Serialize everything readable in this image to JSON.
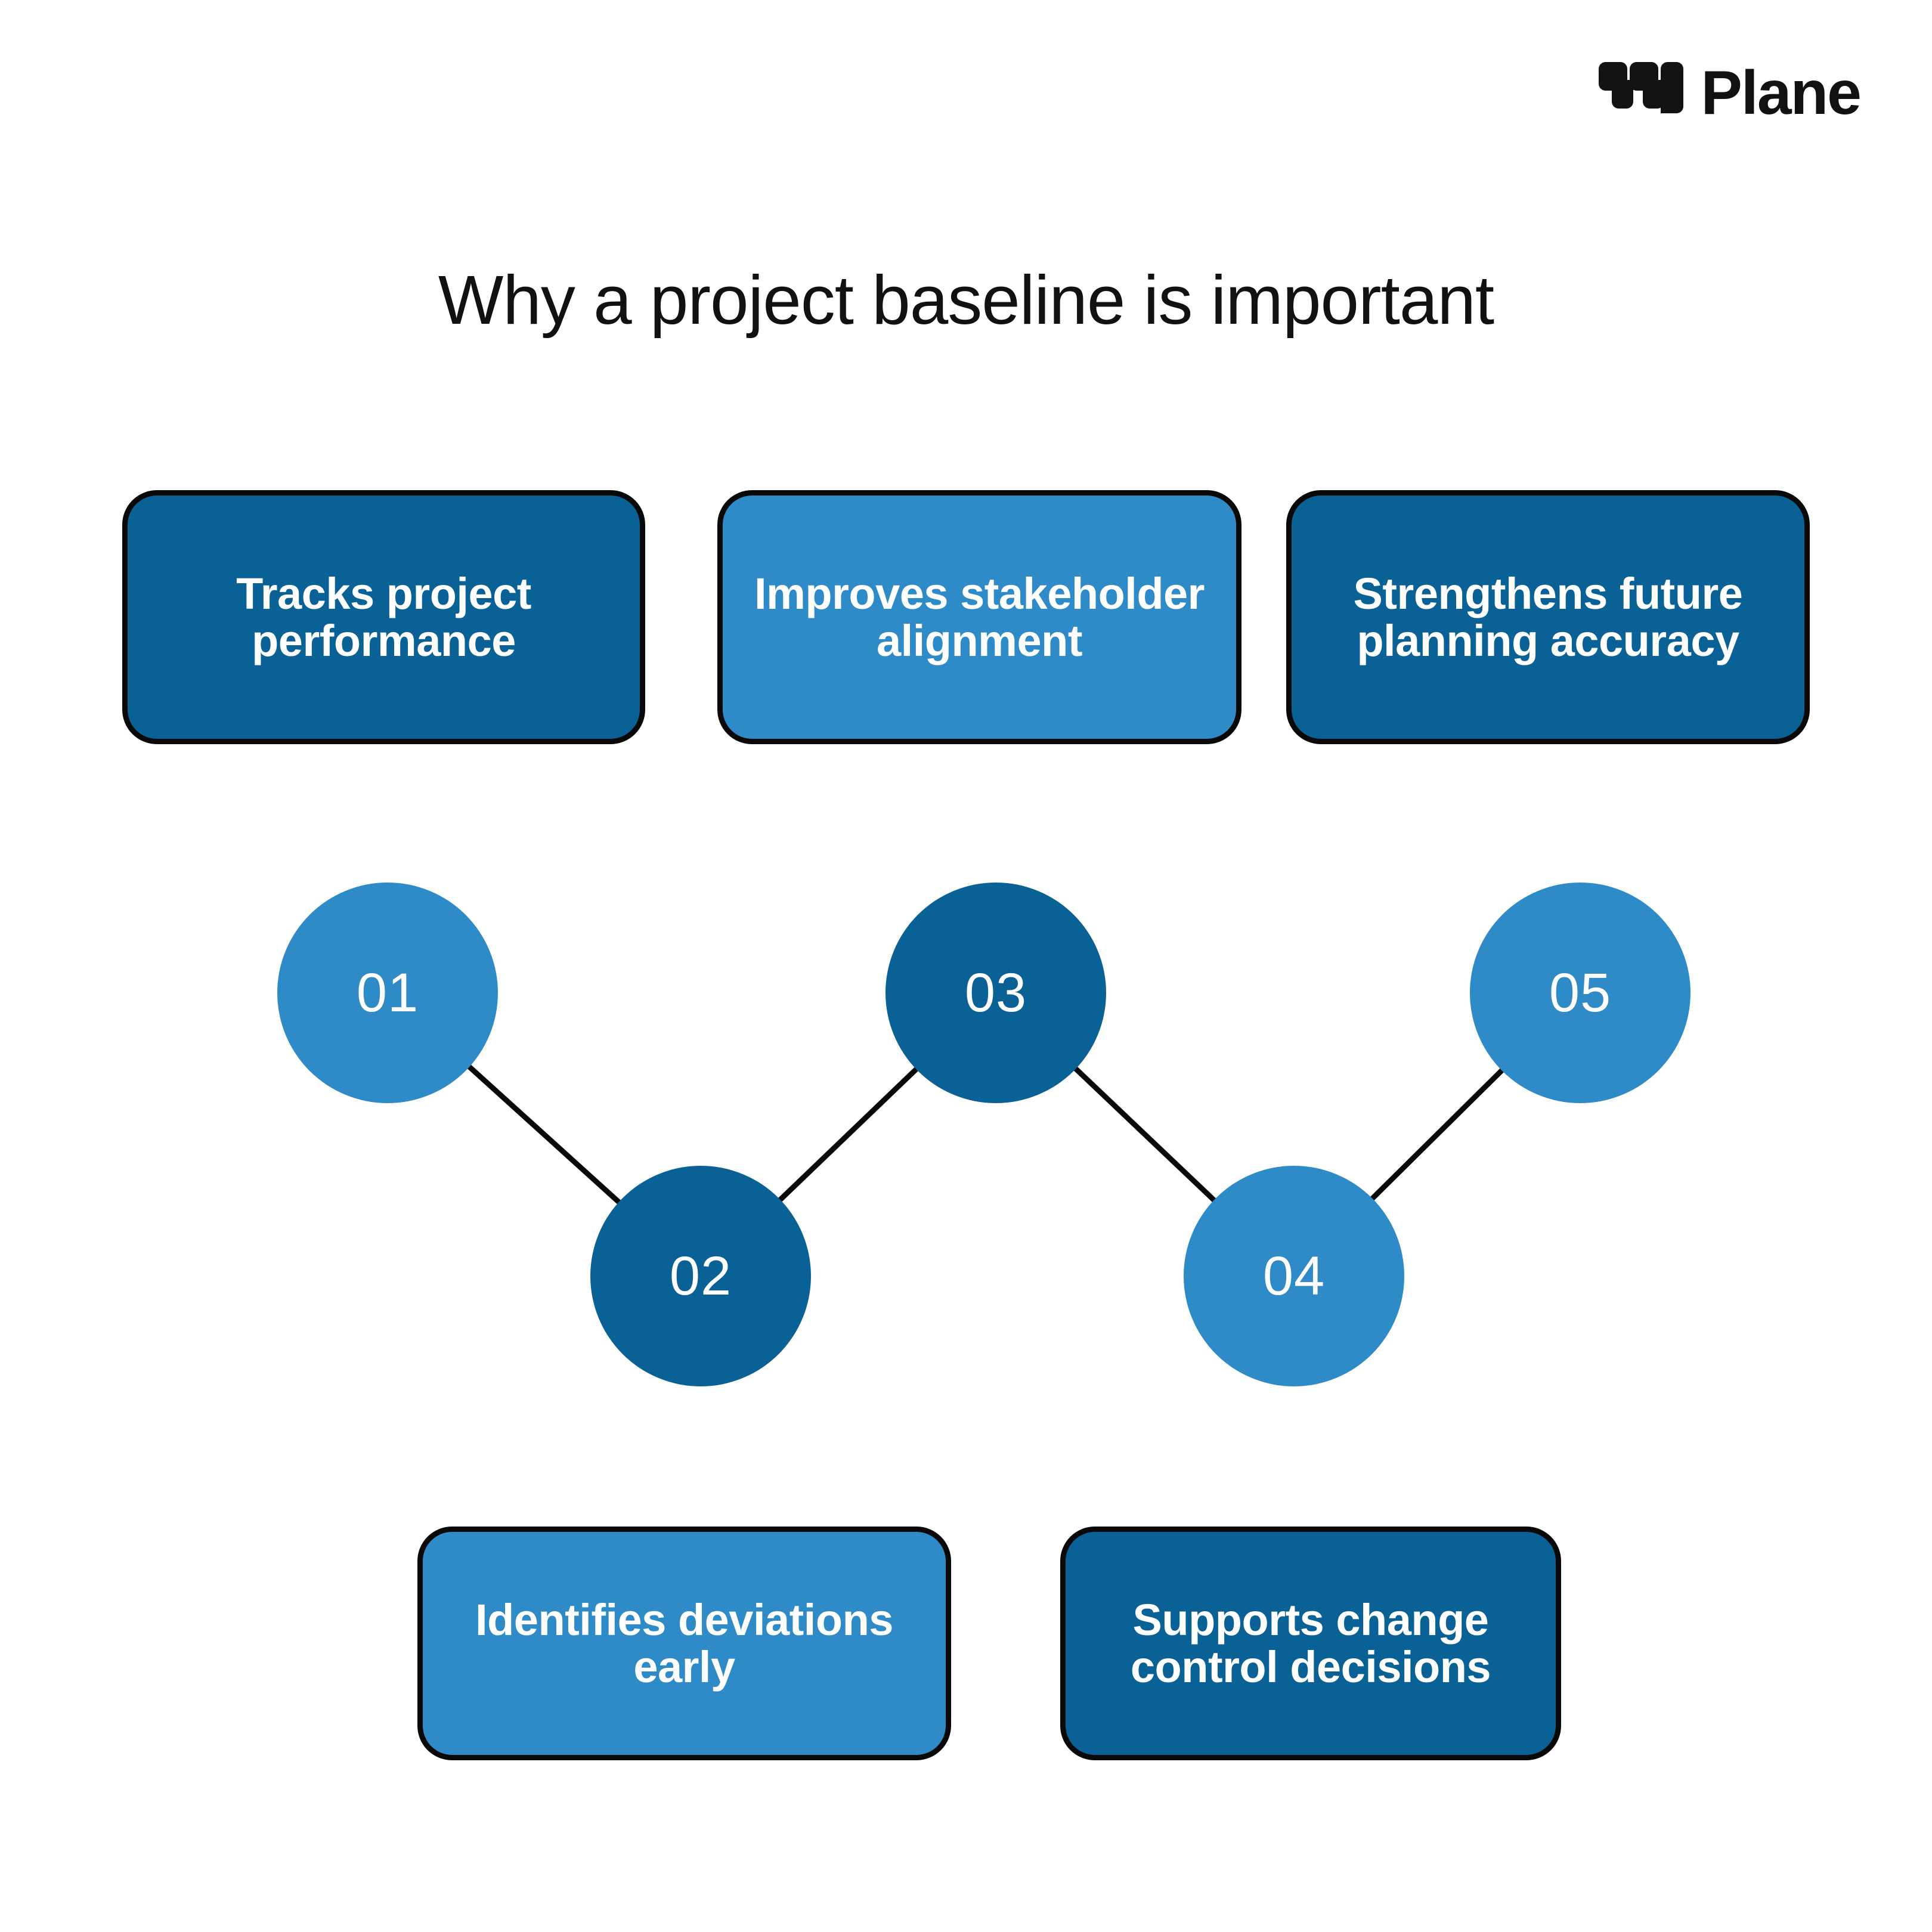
{
  "brand": {
    "name": "Plane",
    "mark_icon": "plane-logo-icon"
  },
  "title": "Why a project baseline is important",
  "colors": {
    "dark_blue": "#0a6195",
    "light_blue": "#2e8bc8",
    "outline": "#0a0a0a",
    "text_on_blue": "#ffffff",
    "background": "#ffffff",
    "title_text": "#111111"
  },
  "benefit_boxes": [
    {
      "id": "tracks-project-performance",
      "label": "Tracks project performance",
      "tone": "dark"
    },
    {
      "id": "improves-stakeholder-alignment",
      "label": "Improves stakeholder alignment",
      "tone": "light"
    },
    {
      "id": "strengthens-future-planning",
      "label": "Strengthens future planning accuracy",
      "tone": "dark"
    },
    {
      "id": "identifies-deviations-early",
      "label": "Identifies deviations early",
      "tone": "light"
    },
    {
      "id": "supports-change-control",
      "label": "Supports change control decisions",
      "tone": "dark"
    }
  ],
  "nodes": [
    {
      "id": "node-01",
      "label": "01",
      "tone": "light"
    },
    {
      "id": "node-02",
      "label": "02",
      "tone": "dark"
    },
    {
      "id": "node-03",
      "label": "03",
      "tone": "dark"
    },
    {
      "id": "node-04",
      "label": "04",
      "tone": "light"
    },
    {
      "id": "node-05",
      "label": "05",
      "tone": "light"
    }
  ],
  "connections": [
    {
      "from": "node-01",
      "to": "node-02"
    },
    {
      "from": "node-02",
      "to": "node-03"
    },
    {
      "from": "node-03",
      "to": "node-04"
    },
    {
      "from": "node-04",
      "to": "node-05"
    }
  ]
}
